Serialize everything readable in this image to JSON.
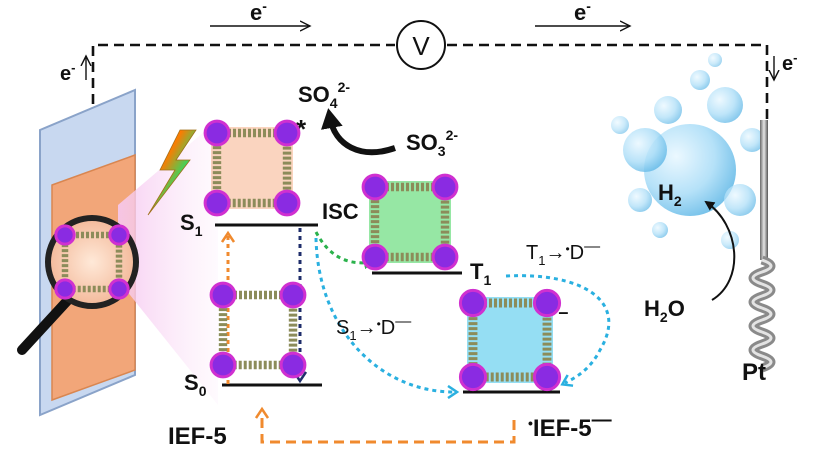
{
  "circuit": {
    "electron": "e",
    "electron_charge": "-",
    "voltmeter": "V"
  },
  "redox": {
    "sulfate_base": "SO",
    "sulfate_sub": "4",
    "sulfate_sup": "2-",
    "sulfite_base": "SO",
    "sulfite_sub": "3",
    "sulfite_sup": "2-",
    "star": "*"
  },
  "levels": {
    "s1_base": "S",
    "s1_sub": "1",
    "s0_base": "S",
    "s0_sub": "0",
    "t1_base": "T",
    "t1_sub": "1",
    "isc": "ISC"
  },
  "transfer": {
    "t1_to_d_left": "T",
    "t1_to_d_sub": "1",
    "s1_to_d_left": "S",
    "s1_to_d_sub": "1",
    "arrow": "→",
    "dot": "•",
    "d": "D",
    "minus": "—"
  },
  "species": {
    "ief5": "IEF-5",
    "ief5_radical_dot": "•",
    "ief5_radical": "IEF-5",
    "ief5_radical_minus": "—",
    "radical_dot_small": "•",
    "radical_minus_small": "–"
  },
  "hydrogen": {
    "h2_base": "H",
    "h2_sub": "2",
    "h2o_base": "H",
    "h2o_sub": "2",
    "h2o_tail": "O",
    "electrode": "Pt"
  },
  "colors": {
    "orange": "#f08a2e",
    "navy": "#1f2e6b",
    "green": "#2bb24c",
    "cyan": "#2ab0e0",
    "purple": "#8a2be2",
    "magenta": "#d030d0"
  }
}
